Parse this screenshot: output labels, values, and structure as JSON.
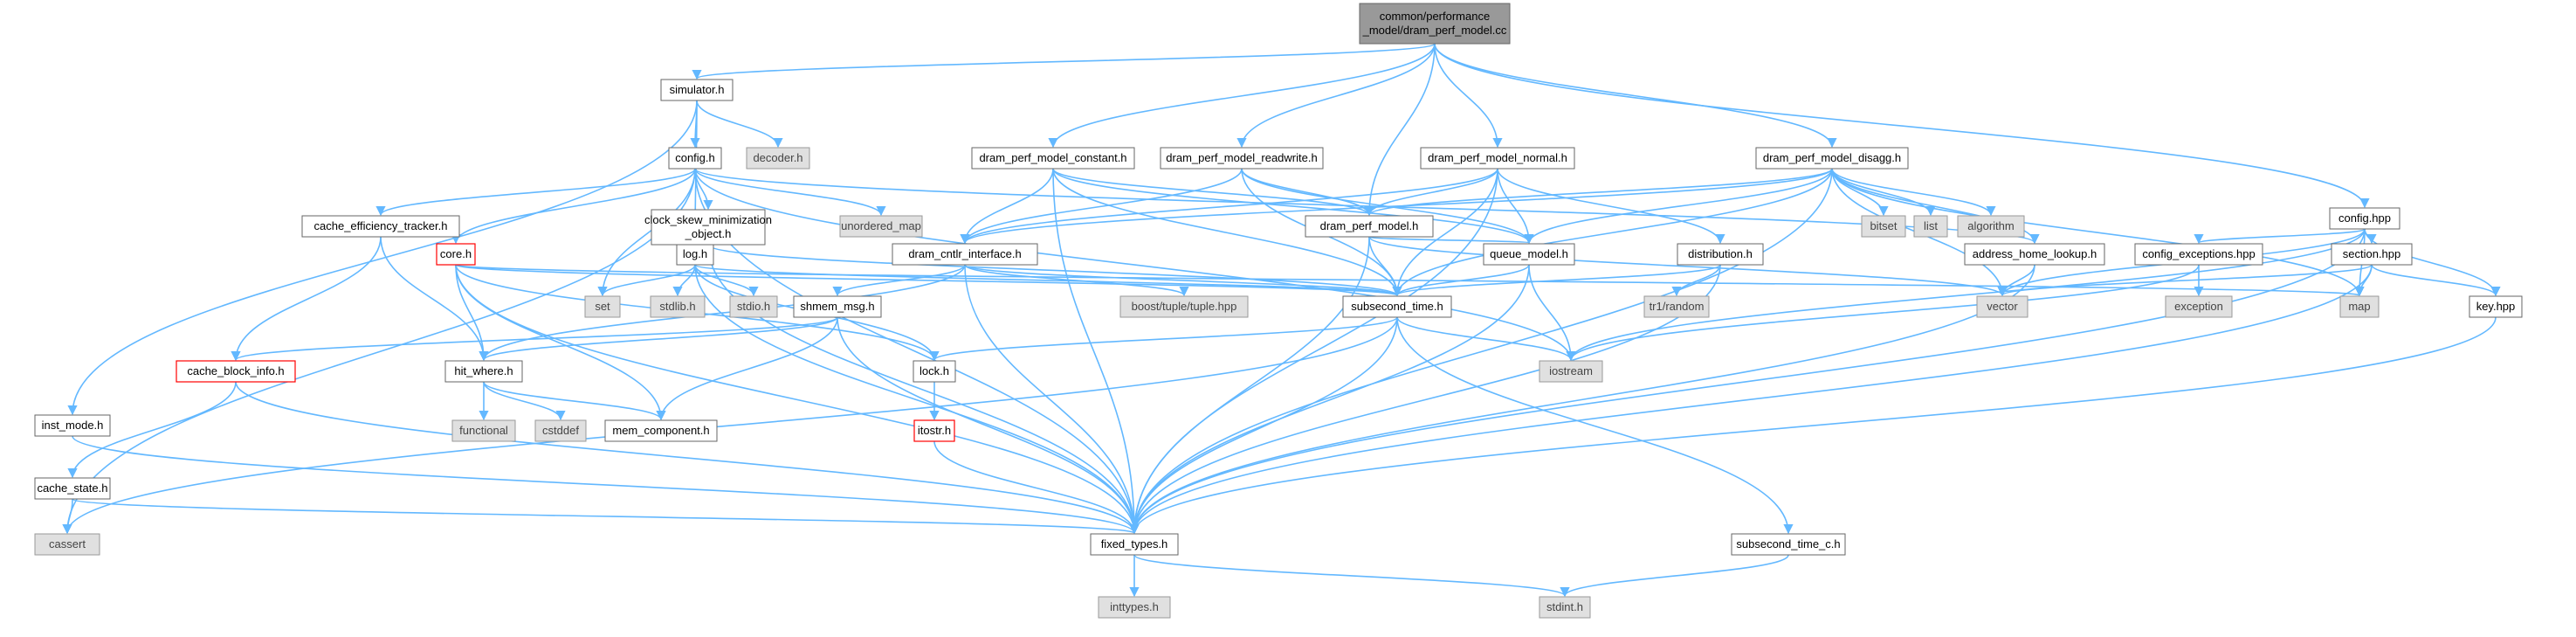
{
  "diagram": {
    "nodes": [
      {
        "id": "root",
        "lines": [
          "common/performance",
          "_model/dram_perf_model.cc"
        ],
        "style": "root"
      },
      {
        "id": "simulator_h",
        "lines": [
          "simulator.h"
        ],
        "style": "file"
      },
      {
        "id": "decoder_h",
        "lines": [
          "decoder.h"
        ],
        "style": "sys"
      },
      {
        "id": "config_h",
        "lines": [
          "config.h"
        ],
        "style": "file"
      },
      {
        "id": "inst_mode_h",
        "lines": [
          "inst_mode.h"
        ],
        "style": "file"
      },
      {
        "id": "log_h",
        "lines": [
          "log.h"
        ],
        "style": "file"
      },
      {
        "id": "dpm_constant_h",
        "lines": [
          "dram_perf_model_constant.h"
        ],
        "style": "file"
      },
      {
        "id": "dpm_readwrite_h",
        "lines": [
          "dram_perf_model_readwrite.h"
        ],
        "style": "file"
      },
      {
        "id": "dpm_normal_h",
        "lines": [
          "dram_perf_model_normal.h"
        ],
        "style": "file"
      },
      {
        "id": "dpm_disagg_h",
        "lines": [
          "dram_perf_model_disagg.h"
        ],
        "style": "file"
      },
      {
        "id": "config_hpp",
        "lines": [
          "config.hpp"
        ],
        "style": "file"
      },
      {
        "id": "unordered_map",
        "lines": [
          "unordered_map"
        ],
        "style": "sys"
      },
      {
        "id": "cache_eff_h",
        "lines": [
          "cache_efficiency_tracker.h"
        ],
        "style": "file"
      },
      {
        "id": "clock_skew_h",
        "lines": [
          "clock_skew_minimization",
          "_object.h"
        ],
        "style": "file"
      },
      {
        "id": "dram_perf_model_h",
        "lines": [
          "dram_perf_model.h"
        ],
        "style": "file"
      },
      {
        "id": "dram_cntlr_if_h",
        "lines": [
          "dram_cntlr_interface.h"
        ],
        "style": "file"
      },
      {
        "id": "queue_model_h",
        "lines": [
          "queue_model.h"
        ],
        "style": "file"
      },
      {
        "id": "distribution_h",
        "lines": [
          "distribution.h"
        ],
        "style": "file"
      },
      {
        "id": "bitset",
        "lines": [
          "bitset"
        ],
        "style": "sys"
      },
      {
        "id": "list",
        "lines": [
          "list"
        ],
        "style": "sys"
      },
      {
        "id": "algorithm",
        "lines": [
          "algorithm"
        ],
        "style": "sys"
      },
      {
        "id": "address_home_h",
        "lines": [
          "address_home_lookup.h"
        ],
        "style": "file"
      },
      {
        "id": "config_exc_hpp",
        "lines": [
          "config_exceptions.hpp"
        ],
        "style": "file"
      },
      {
        "id": "section_hpp",
        "lines": [
          "section.hpp"
        ],
        "style": "file"
      },
      {
        "id": "core_h",
        "lines": [
          "core.h"
        ],
        "style": "red"
      },
      {
        "id": "set",
        "lines": [
          "set"
        ],
        "style": "sys"
      },
      {
        "id": "stdlib_h",
        "lines": [
          "stdlib.h"
        ],
        "style": "sys"
      },
      {
        "id": "stdio_h",
        "lines": [
          "stdio.h"
        ],
        "style": "sys"
      },
      {
        "id": "boost_tuple",
        "lines": [
          "boost/tuple/tuple.hpp"
        ],
        "style": "sys"
      },
      {
        "id": "subsecond_time_h",
        "lines": [
          "subsecond_time.h"
        ],
        "style": "file"
      },
      {
        "id": "tr1_random",
        "lines": [
          "tr1/random"
        ],
        "style": "sys"
      },
      {
        "id": "vector",
        "lines": [
          "vector"
        ],
        "style": "sys"
      },
      {
        "id": "exception",
        "lines": [
          "exception"
        ],
        "style": "sys"
      },
      {
        "id": "map",
        "lines": [
          "map"
        ],
        "style": "sys"
      },
      {
        "id": "key_hpp",
        "lines": [
          "key.hpp"
        ],
        "style": "file"
      },
      {
        "id": "shmem_msg_h",
        "lines": [
          "shmem_msg.h"
        ],
        "style": "file"
      },
      {
        "id": "cache_block_info_h",
        "lines": [
          "cache_block_info.h"
        ],
        "style": "red"
      },
      {
        "id": "hit_where_h",
        "lines": [
          "hit_where.h"
        ],
        "style": "file"
      },
      {
        "id": "lock_h",
        "lines": [
          "lock.h"
        ],
        "style": "file"
      },
      {
        "id": "iostream",
        "lines": [
          "iostream"
        ],
        "style": "sys"
      },
      {
        "id": "functional",
        "lines": [
          "functional"
        ],
        "style": "sys"
      },
      {
        "id": "cstddef",
        "lines": [
          "cstddef"
        ],
        "style": "sys"
      },
      {
        "id": "mem_component_h",
        "lines": [
          "mem_component.h"
        ],
        "style": "file"
      },
      {
        "id": "itostr_h",
        "lines": [
          "itostr.h"
        ],
        "style": "red"
      },
      {
        "id": "cache_state_h",
        "lines": [
          "cache_state.h"
        ],
        "style": "file"
      },
      {
        "id": "cassert",
        "lines": [
          "cassert"
        ],
        "style": "sys"
      },
      {
        "id": "fixed_types_h",
        "lines": [
          "fixed_types.h"
        ],
        "style": "file"
      },
      {
        "id": "subsecond_time_c_h",
        "lines": [
          "subsecond_time_c.h"
        ],
        "style": "file"
      },
      {
        "id": "inttypes_h",
        "lines": [
          "inttypes.h"
        ],
        "style": "sys"
      },
      {
        "id": "stdint_h",
        "lines": [
          "stdint.h"
        ],
        "style": "sys"
      }
    ],
    "edges": [
      [
        "root",
        "simulator_h"
      ],
      [
        "root",
        "dpm_constant_h"
      ],
      [
        "root",
        "dpm_readwrite_h"
      ],
      [
        "root",
        "dram_perf_model_h"
      ],
      [
        "root",
        "dpm_normal_h"
      ],
      [
        "root",
        "dpm_disagg_h"
      ],
      [
        "root",
        "config_hpp"
      ],
      [
        "simulator_h",
        "decoder_h"
      ],
      [
        "simulator_h",
        "config_h"
      ],
      [
        "simulator_h",
        "inst_mode_h"
      ],
      [
        "simulator_h",
        "log_h"
      ],
      [
        "config_h",
        "unordered_map"
      ],
      [
        "config_h",
        "cache_eff_h"
      ],
      [
        "config_h",
        "clock_skew_h"
      ],
      [
        "config_h",
        "set"
      ],
      [
        "config_h",
        "fixed_types_h"
      ],
      [
        "config_h",
        "cassert"
      ],
      [
        "config_h",
        "address_home_h"
      ],
      [
        "config_h",
        "iostream"
      ],
      [
        "config_h",
        "core_h"
      ],
      [
        "inst_mode_h",
        "fixed_types_h"
      ],
      [
        "log_h",
        "set"
      ],
      [
        "log_h",
        "stdlib_h"
      ],
      [
        "log_h",
        "stdio_h"
      ],
      [
        "log_h",
        "lock_h"
      ],
      [
        "log_h",
        "fixed_types_h"
      ],
      [
        "log_h",
        "subsecond_time_h"
      ],
      [
        "cache_eff_h",
        "cache_block_info_h"
      ],
      [
        "cache_eff_h",
        "hit_where_h"
      ],
      [
        "clock_skew_h",
        "log_h"
      ],
      [
        "clock_skew_h",
        "fixed_types_h"
      ],
      [
        "clock_skew_h",
        "subsecond_time_h"
      ],
      [
        "dpm_constant_h",
        "dram_perf_model_h"
      ],
      [
        "dpm_constant_h",
        "queue_model_h"
      ],
      [
        "dpm_constant_h",
        "dram_cntlr_if_h"
      ],
      [
        "dpm_constant_h",
        "subsecond_time_h"
      ],
      [
        "dpm_constant_h",
        "fixed_types_h"
      ],
      [
        "dpm_readwrite_h",
        "dram_perf_model_h"
      ],
      [
        "dpm_readwrite_h",
        "queue_model_h"
      ],
      [
        "dpm_readwrite_h",
        "dram_cntlr_if_h"
      ],
      [
        "dpm_readwrite_h",
        "subsecond_time_h"
      ],
      [
        "dpm_normal_h",
        "dram_perf_model_h"
      ],
      [
        "dpm_normal_h",
        "queue_model_h"
      ],
      [
        "dpm_normal_h",
        "distribution_h"
      ],
      [
        "dpm_normal_h",
        "dram_cntlr_if_h"
      ],
      [
        "dpm_normal_h",
        "subsecond_time_h"
      ],
      [
        "dpm_normal_h",
        "fixed_types_h"
      ],
      [
        "dpm_disagg_h",
        "dram_perf_model_h"
      ],
      [
        "dpm_disagg_h",
        "queue_model_h"
      ],
      [
        "dpm_disagg_h",
        "dram_cntlr_if_h"
      ],
      [
        "dpm_disagg_h",
        "subsecond_time_h"
      ],
      [
        "dpm_disagg_h",
        "bitset"
      ],
      [
        "dpm_disagg_h",
        "list"
      ],
      [
        "dpm_disagg_h",
        "algorithm"
      ],
      [
        "dpm_disagg_h",
        "address_home_h"
      ],
      [
        "dpm_disagg_h",
        "vector"
      ],
      [
        "dpm_disagg_h",
        "map"
      ],
      [
        "dpm_disagg_h",
        "fixed_types_h"
      ],
      [
        "dram_perf_model_h",
        "subsecond_time_h"
      ],
      [
        "dram_perf_model_h",
        "queue_model_h"
      ],
      [
        "dram_perf_model_h",
        "fixed_types_h"
      ],
      [
        "dram_perf_model_h",
        "vector"
      ],
      [
        "dram_cntlr_if_h",
        "boost_tuple"
      ],
      [
        "dram_cntlr_if_h",
        "shmem_msg_h"
      ],
      [
        "dram_cntlr_if_h",
        "hit_where_h"
      ],
      [
        "dram_cntlr_if_h",
        "subsecond_time_h"
      ],
      [
        "dram_cntlr_if_h",
        "fixed_types_h"
      ],
      [
        "queue_model_h",
        "subsecond_time_h"
      ],
      [
        "queue_model_h",
        "fixed_types_h"
      ],
      [
        "queue_model_h",
        "iostream"
      ],
      [
        "distribution_h",
        "tr1_random"
      ],
      [
        "distribution_h",
        "subsecond_time_h"
      ],
      [
        "distribution_h",
        "fixed_types_h"
      ],
      [
        "address_home_h",
        "vector"
      ],
      [
        "address_home_h",
        "fixed_types_h"
      ],
      [
        "config_hpp",
        "config_exc_hpp"
      ],
      [
        "config_hpp",
        "section_hpp"
      ],
      [
        "config_hpp",
        "key_hpp"
      ],
      [
        "config_hpp",
        "map"
      ],
      [
        "config_hpp",
        "vector"
      ],
      [
        "config_hpp",
        "iostream"
      ],
      [
        "config_hpp",
        "fixed_types_h"
      ],
      [
        "config_exc_hpp",
        "exception"
      ],
      [
        "config_exc_hpp",
        "iostream"
      ],
      [
        "section_hpp",
        "map"
      ],
      [
        "section_hpp",
        "key_hpp"
      ],
      [
        "section_hpp",
        "vector"
      ],
      [
        "section_hpp",
        "fixed_types_h"
      ],
      [
        "key_hpp",
        "fixed_types_h"
      ],
      [
        "core_h",
        "hit_where_h"
      ],
      [
        "core_h",
        "lock_h"
      ],
      [
        "core_h",
        "subsecond_time_h"
      ],
      [
        "core_h",
        "mem_component_h"
      ],
      [
        "core_h",
        "fixed_types_h"
      ],
      [
        "core_h",
        "map"
      ],
      [
        "shmem_msg_h",
        "cache_block_info_h"
      ],
      [
        "shmem_msg_h",
        "hit_where_h"
      ],
      [
        "shmem_msg_h",
        "mem_component_h"
      ],
      [
        "shmem_msg_h",
        "fixed_types_h"
      ],
      [
        "cache_block_info_h",
        "cache_state_h"
      ],
      [
        "cache_block_info_h",
        "fixed_types_h"
      ],
      [
        "cache_state_h",
        "cassert"
      ],
      [
        "cache_state_h",
        "fixed_types_h"
      ],
      [
        "hit_where_h",
        "functional"
      ],
      [
        "hit_where_h",
        "cstddef"
      ],
      [
        "hit_where_h",
        "mem_component_h"
      ],
      [
        "subsecond_time_h",
        "lock_h"
      ],
      [
        "subsecond_time_h",
        "iostream"
      ],
      [
        "subsecond_time_h",
        "fixed_types_h"
      ],
      [
        "subsecond_time_h",
        "cassert"
      ],
      [
        "subsecond_time_h",
        "subsecond_time_c_h"
      ],
      [
        "lock_h",
        "itostr_h"
      ],
      [
        "itostr_h",
        "fixed_types_h"
      ],
      [
        "fixed_types_h",
        "inttypes_h"
      ],
      [
        "fixed_types_h",
        "stdint_h"
      ],
      [
        "subsecond_time_c_h",
        "stdint_h"
      ]
    ]
  }
}
